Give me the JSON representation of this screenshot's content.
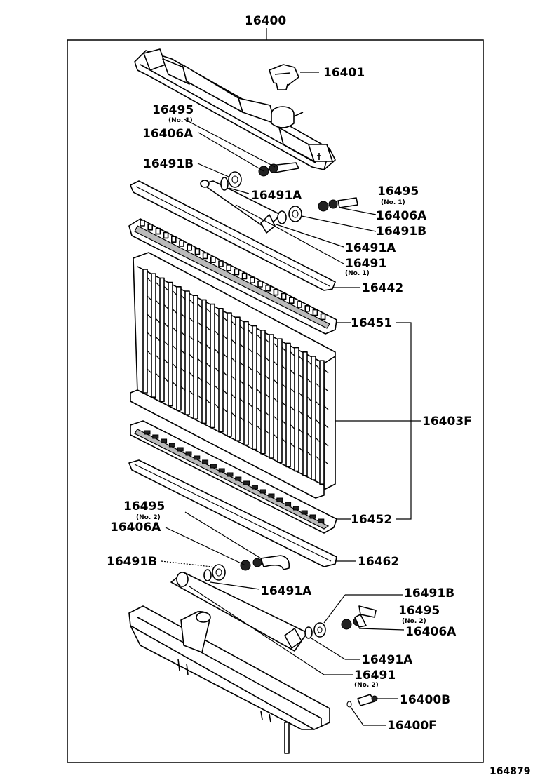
{
  "diagram_id": "164879",
  "assembly_label": "16400",
  "labels": {
    "l16401": "16401",
    "l16495_top": "16495",
    "l16495_top_sub": "(No. 1)",
    "l16406A_top": "16406A",
    "l16491B_top": "16491B",
    "l16491A_top": "16491A",
    "l16495_right": "16495",
    "l16495_right_sub": "(No. 1)",
    "l16406A_right": "16406A",
    "l16491B_right": "16491B",
    "l16491A_right": "16491A",
    "l16491_upper": "16491",
    "l16491_upper_sub": "(No. 1)",
    "l16442": "16442",
    "l16451": "16451",
    "l16403F": "16403F",
    "l16452": "16452",
    "l16495_mid": "16495",
    "l16495_mid_sub": "(No. 2)",
    "l16406A_mid": "16406A",
    "l16462": "16462",
    "l16491B_mid": "16491B",
    "l16491A_mid": "16491A",
    "l16491B_low": "16491B",
    "l16495_low": "16495",
    "l16495_low_sub": "(No. 2)",
    "l16406A_low": "16406A",
    "l16491A_low": "16491A",
    "l16491_lower": "16491",
    "l16491_lower_sub": "(No. 2)",
    "l16400B": "16400B",
    "l16400F": "16400F"
  }
}
